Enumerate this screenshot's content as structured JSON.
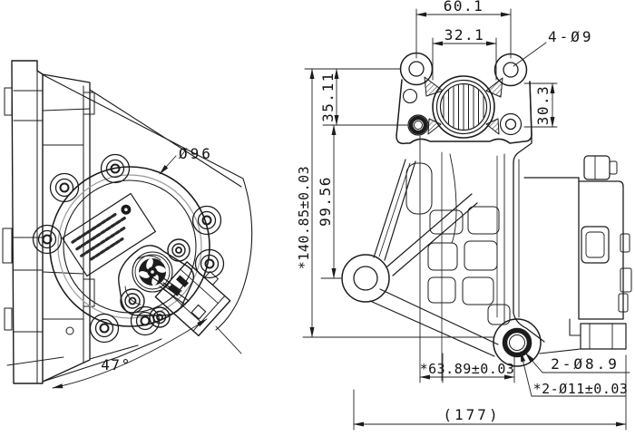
{
  "drawing": {
    "background": "#ffffff",
    "line_color": "#1c1c1c",
    "accent_gray": "#9a9a9a",
    "dims": {
      "top_hole_span": "60.1",
      "inner_span": "32.1",
      "flange_holes": "4-Ø9",
      "hole_drop": "35.11",
      "port_height": "30.3",
      "boss_drop": "99.56",
      "overall_height": "*140.85±0.03",
      "locating_span": "*63.89±0.03",
      "through_holes": "2-Ø8.9",
      "locating_holes": "*2-Ø11±0.03",
      "overall_width": "(177)",
      "cover_diameter": "Ø96",
      "connector_angle": "47°"
    }
  }
}
